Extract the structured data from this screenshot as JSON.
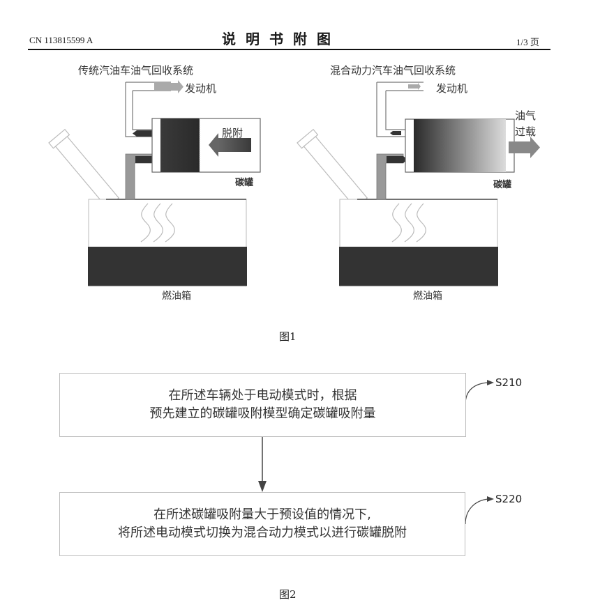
{
  "header": {
    "patent_number": "CN 113815599 A",
    "title": "说明书附图",
    "page": "1/3 页"
  },
  "figure1": {
    "caption": "图1",
    "left_diagram": {
      "title": "传统汽油车油气回收系统",
      "engine_label": "发动机",
      "desorption_label": "脱附",
      "canister_label": "碳罐",
      "fuel_tank_label": "燃油箱"
    },
    "right_diagram": {
      "title": "混合动力汽车油气回收系统",
      "engine_label": "发动机",
      "overload_label_line1": "油气",
      "overload_label_line2": "过载",
      "canister_label": "碳罐",
      "fuel_tank_label": "燃油箱"
    }
  },
  "figure2": {
    "caption": "图2",
    "steps": [
      {
        "id": "S210",
        "line1": "在所述车辆处于电动模式时，根据",
        "line2": "预先建立的碳罐吸附模型确定碳罐吸附量"
      },
      {
        "id": "S220",
        "line1": "在所述碳罐吸附量大于预设值的情况下,",
        "line2": "将所述电动模式切换为混合动力模式以进行碳罐脱附"
      }
    ]
  },
  "colors": {
    "fuel": "#333333",
    "pipe": "#9a9a9a",
    "box_border": "#bcbcbc",
    "arrow": "#444444"
  }
}
